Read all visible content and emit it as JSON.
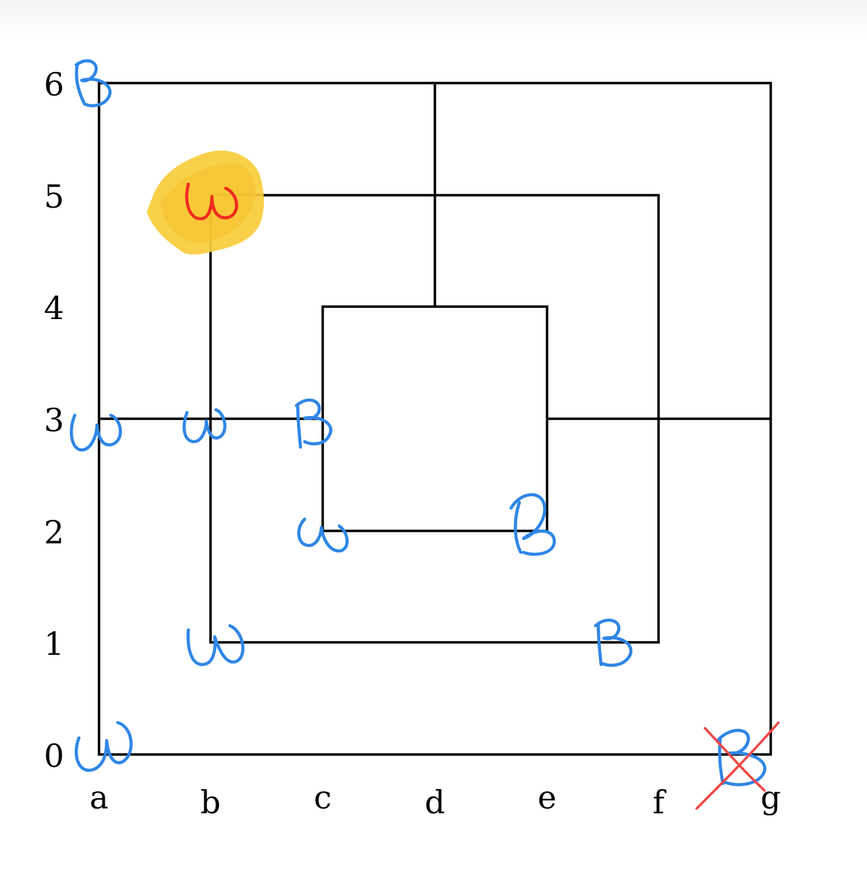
{
  "board": {
    "files": [
      "a",
      "b",
      "c",
      "d",
      "e",
      "f",
      "g"
    ],
    "ranks": [
      "0",
      "1",
      "2",
      "3",
      "4",
      "5",
      "6"
    ]
  },
  "pieces": [
    {
      "point": "a6",
      "letter": "B",
      "color": "blue"
    },
    {
      "point": "b5",
      "letter": "W",
      "color": "red",
      "highlighted": true
    },
    {
      "point": "a3",
      "letter": "W",
      "color": "blue"
    },
    {
      "point": "b3",
      "letter": "W",
      "color": "blue"
    },
    {
      "point": "c3",
      "letter": "B",
      "color": "blue"
    },
    {
      "point": "c2",
      "letter": "W",
      "color": "blue"
    },
    {
      "point": "e2",
      "letter": "B",
      "color": "blue"
    },
    {
      "point": "b1",
      "letter": "W",
      "color": "blue"
    },
    {
      "point": "f1",
      "letter": "B",
      "color": "blue"
    },
    {
      "point": "a0",
      "letter": "W",
      "color": "blue"
    },
    {
      "point": "g0",
      "letter": "B",
      "color": "blue",
      "crossed_out": true
    }
  ],
  "colors": {
    "line": "#000000",
    "blue_ink": "#2f86e6",
    "red_ink": "#f02a1e",
    "cross": "#f04646",
    "highlight": "#f9cc3a"
  }
}
